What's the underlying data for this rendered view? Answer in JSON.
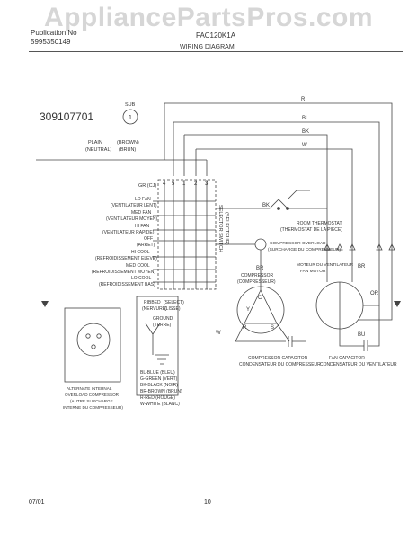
{
  "watermark": "AppliancePartsPros.com",
  "header": {
    "publication_label": "Publication No",
    "publication_no": "5995350149",
    "model": "FAC120K1A",
    "title": "WIRING DIAGRAM"
  },
  "diagram": {
    "part_number": "309107701",
    "sub_label": "SUB",
    "sub_number": "1",
    "plain_label": "PLAIN",
    "plain_fr": "(NEUTRAL)",
    "brown_label": "(BROWN)",
    "brown_fr": "(BRUN)",
    "wire_r": "R",
    "wire_bl": "BL",
    "wire_bk": "BK",
    "wire_w": "W",
    "wire_br": "BR",
    "wire_y": "Y",
    "wire_bu": "BU",
    "wire_or": "OR",
    "wire_s": "S",
    "wire_c": "C",
    "wire_r2": "R",
    "terminals": [
      "4",
      "5",
      "1",
      "2",
      "3"
    ],
    "gr_cj": "GR (CJ)",
    "switch_positions": [
      "LO FAN",
      "(VENTILATEUR LENT)",
      "MED FAN",
      "(VENTILATEUR MOYEN)",
      "HI FAN",
      "(VENTILATEUR RAPIDE)",
      "OFF",
      "(ARRET)",
      "HI COOL",
      "(REFROIDISSEMENT ELEVE)",
      "MED COOL",
      "(REFROIDISSEMENT MOYEN)",
      "LO COOL",
      "(REFROIDISSEMENT BAS)"
    ],
    "selector_switch": "SELECTOR SWITCH",
    "selector_switch_fr": "(SELECTEUR)",
    "room_thermostat": "ROOM THERMOSTAT",
    "room_thermostat_fr": "(THERMOSTAT DE LA PIECE)",
    "overload": "COMPRESSOR OVERLOAD",
    "overload_fr": "(SURCHARGE DU COMPRESSEUR)",
    "compressor": "COMPRESSOR",
    "compressor_fr": "(COMPRESSEUR)",
    "fan_motor": "MOTEUR DU VENTILATEUR",
    "fan_motor_en": "FAN MOTOR",
    "compressor_capacitor": "COMPRESSOR CAPACITOR",
    "compressor_capacitor_fr": "CONDENSATEUR DU COMPRESSEUR",
    "fan_capacitor": "FAN CAPACITOR",
    "fan_capacitor_fr": "CONDENSATEUR DU VENTILATEUR",
    "ribbed": "RIBBED",
    "ribbed_fr": "(NERVURE)",
    "smooth": "(SELECT)",
    "smooth_fr": "(LISSE)",
    "ground": "GROUND",
    "ground_fr": "(TERRE)",
    "alt_overload": [
      "ALTERNATE INTERNAL",
      "OVERLOAD COMPRESSOR",
      "(AUTRE SURCHARGE",
      "INTERNE DU COMPRESSEUR)"
    ],
    "legend": [
      "BL-BLUE (BLEU)",
      "G-GREEN (VERT)",
      "BK-BLACK (NOIR)",
      "BR-BROWN (BRUN)",
      "R-RED (ROUGE)",
      "W-WHITE (BLANC)"
    ]
  },
  "footer": {
    "date": "07/01",
    "page": "10"
  }
}
